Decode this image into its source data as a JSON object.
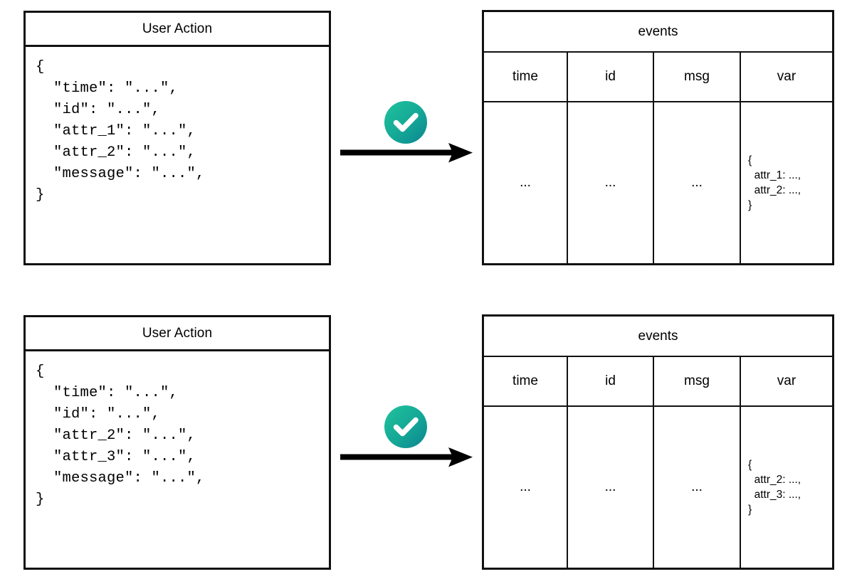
{
  "diagram": {
    "title": "",
    "accent_color": "#16a394",
    "line_color": "#111111",
    "background": "#ffffff",
    "rows": [
      {
        "source": {
          "title": "User Action",
          "code": "{\n  \"time\": \"...\",\n  \"id\": \"...\",\n  \"attr_1\": \"...\",\n  \"attr_2\": \"...\",\n  \"message\": \"...\",\n}"
        },
        "connector": {
          "icon": "check-circle-icon",
          "icon_label": "compatible"
        },
        "target": {
          "caption": "events",
          "columns": [
            "time",
            "id",
            "msg",
            "var"
          ],
          "row": {
            "time": "...",
            "id": "...",
            "msg": "...",
            "var": "{\n  attr_1: ...,\n  attr_2: ...,\n}"
          }
        }
      },
      {
        "source": {
          "title": "User Action",
          "code": "{\n  \"time\": \"...\",\n  \"id\": \"...\",\n  \"attr_2\": \"...\",\n  \"attr_3\": \"...\",\n  \"message\": \"...\",\n}"
        },
        "connector": {
          "icon": "check-circle-icon",
          "icon_label": "compatible"
        },
        "target": {
          "caption": "events",
          "columns": [
            "time",
            "id",
            "msg",
            "var"
          ],
          "row": {
            "time": "...",
            "id": "...",
            "msg": "...",
            "var": "{\n  attr_2: ...,\n  attr_3: ...,\n}"
          }
        }
      }
    ]
  }
}
